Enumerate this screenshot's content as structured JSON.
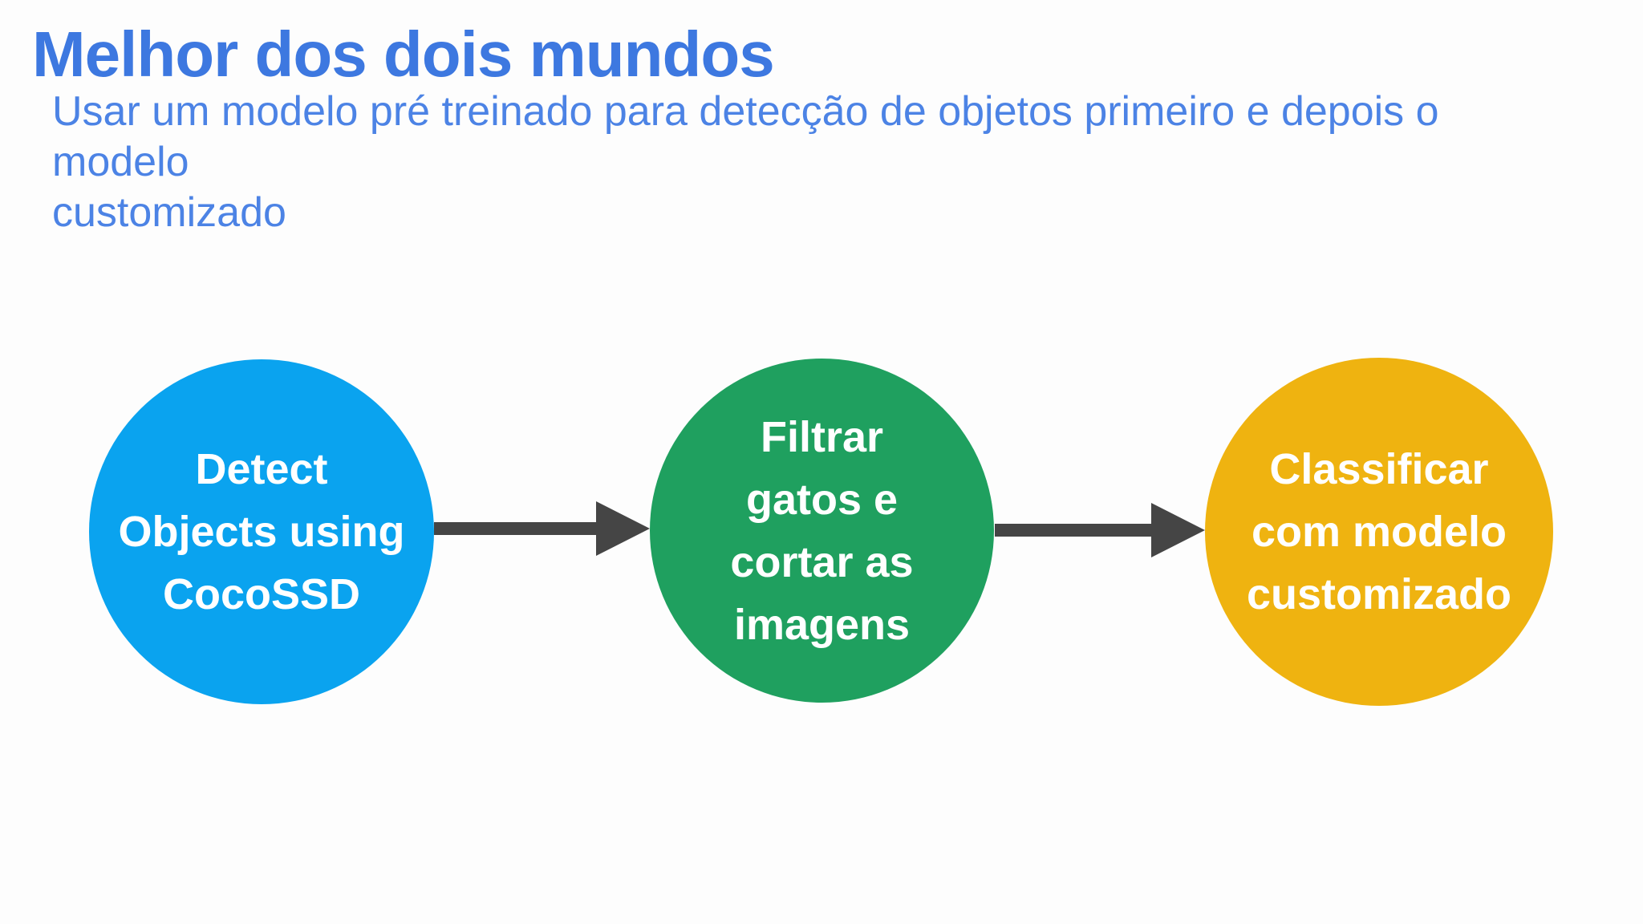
{
  "page": {
    "background_color": "#fdfdfd"
  },
  "header": {
    "title": "Melhor dos dois mundos",
    "title_color": "#3d78e0",
    "subtitle": "Usar um modelo pré treinado para detecção de objetos primeiro e depois o modelo\ncustomizado",
    "subtitle_color": "#4c83e5"
  },
  "diagram": {
    "arrow_color": "#454545",
    "steps": [
      {
        "label": "Detect\nObjects using\nCocoSSD",
        "color": "#0aa3ef"
      },
      {
        "label": "Filtrar\ngatos e\ncortar as\nimagens",
        "color": "#1fa05f"
      },
      {
        "label": "Classificar\ncom modelo\ncustomizado",
        "color": "#efb310"
      }
    ],
    "label_text_color": "#ffffff"
  }
}
